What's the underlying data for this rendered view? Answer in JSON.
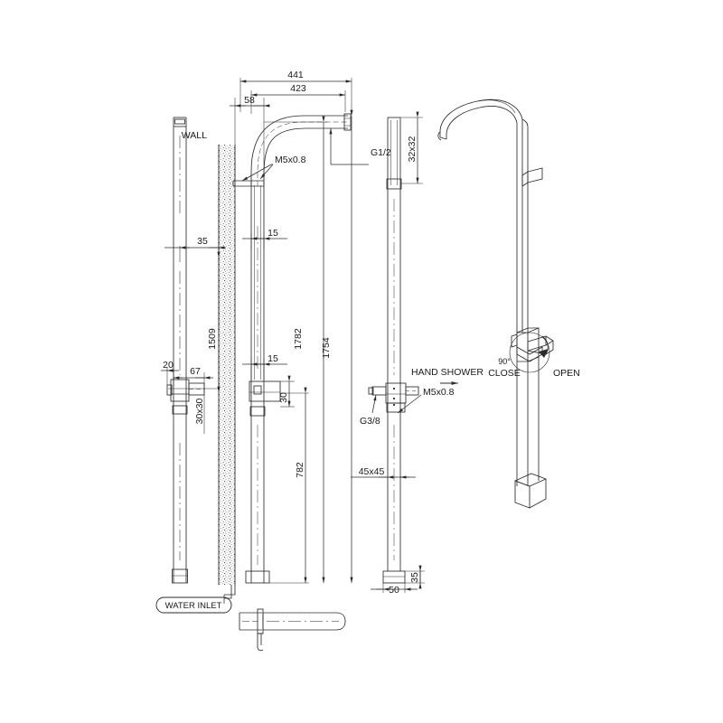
{
  "drawing": {
    "title": "Shower Column Technical Drawing",
    "background_color": "#ffffff",
    "line_color": "#2b2b2b",
    "text_color": "#1a1a1a"
  },
  "annotations": {
    "wall": "WALL",
    "water_inlet": "WATER INLET",
    "hand_shower": "HAND SHOWER",
    "close": "CLOSE",
    "open": "OPEN",
    "angle_90": "90°"
  },
  "threads": {
    "m5_top": "M5x0.8",
    "m5_valve": "M5x0.8",
    "g_half": "G1/2",
    "g_three_eighths": "G3/8"
  },
  "dimensions": {
    "horizontal_top": [
      {
        "name": "overall-reach",
        "value": "441"
      },
      {
        "name": "inner-reach",
        "value": "423"
      },
      {
        "name": "wall-offset",
        "value": "58"
      }
    ],
    "left_view": [
      {
        "name": "wall-to-column",
        "value": "35"
      },
      {
        "name": "valve-projection-small",
        "value": "20"
      },
      {
        "name": "valve-projection",
        "value": "67"
      },
      {
        "name": "column-section",
        "value": "30x30"
      },
      {
        "name": "height-to-valve",
        "value": "1509"
      }
    ],
    "center_view": [
      {
        "name": "offset-upper",
        "value": "15"
      },
      {
        "name": "offset-lower",
        "value": "15"
      },
      {
        "name": "valve-body-height",
        "value": "30"
      },
      {
        "name": "height-to-valve-center",
        "value": "782"
      },
      {
        "name": "overall-height-inner",
        "value": "1782"
      },
      {
        "name": "overall-height-outer",
        "value": "1754"
      }
    ],
    "right_view": [
      {
        "name": "riser-section",
        "value": "32x32"
      },
      {
        "name": "column-section-free",
        "value": "45x45"
      },
      {
        "name": "base-width",
        "value": "50"
      },
      {
        "name": "base-height",
        "value": "35"
      }
    ]
  }
}
